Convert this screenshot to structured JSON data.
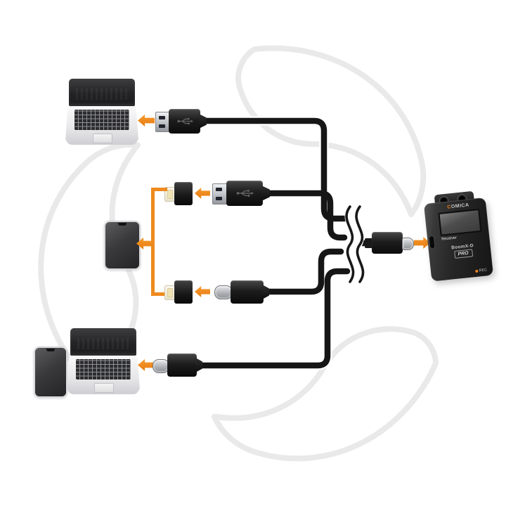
{
  "page": {
    "background": "#ffffff"
  },
  "colors": {
    "accent_orange": "#ee8a1e",
    "cable_black": "#161616",
    "watermark_gray": "#e9e9e9",
    "laptop_silver": "#e8e8ea",
    "device_dark": "#262626"
  },
  "icons": {
    "arrow_left": "left-pointing orange arrow",
    "arrow_right": "right-pointing orange arrow",
    "usb_trident": "USB logo glyph",
    "cable_break": "double wave cable-continuation mark"
  },
  "receiver": {
    "brand_c": "C",
    "brand_rest": "OMICA",
    "screen_label": "Receiver",
    "model": "BoomX-D",
    "model_badge": "PRO",
    "rec_label": "REC"
  }
}
